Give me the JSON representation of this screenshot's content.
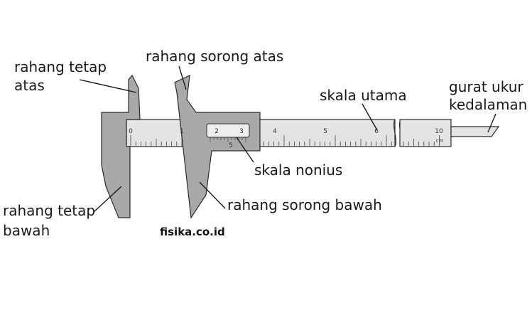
{
  "labels": {
    "fixed_upper_jaw": [
      "rahang tetap",
      "atas"
    ],
    "sliding_upper_jaw": "rahang sorong atas",
    "main_scale": "skala utama",
    "depth_gauge": [
      "gurat ukur",
      "kedalaman"
    ],
    "vernier_scale": "skala nonius",
    "fixed_lower_jaw": [
      "rahang tetap",
      "bawah"
    ],
    "sliding_lower_jaw": "rahang sorong bawah"
  },
  "main_scale_numbers": [
    "0",
    "1",
    "4",
    "5",
    "6",
    "10"
  ],
  "main_scale_unit": "cm",
  "vernier_numbers": [
    "2",
    "3",
    "5"
  ],
  "credit": "fisika.co.id",
  "colors": {
    "body_fill": "#a9a9a9",
    "scale_fill": "#e4e4e4",
    "outline": "#2b2b2b",
    "text": "#1a1a1a"
  }
}
